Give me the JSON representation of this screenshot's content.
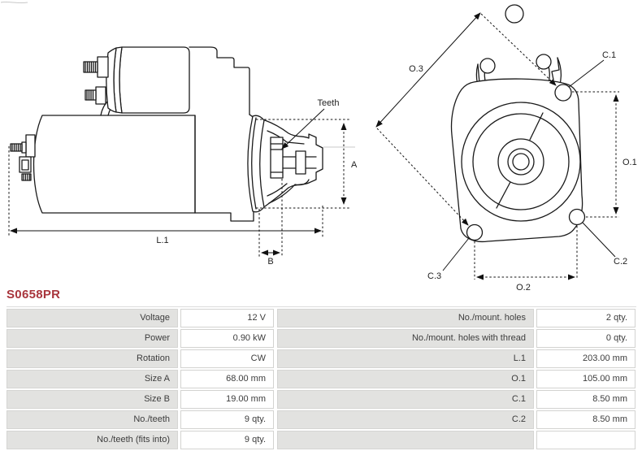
{
  "title": {
    "part_number": "S0658PR"
  },
  "drawing": {
    "side_view": {
      "labels": {
        "teeth": "Teeth",
        "l1": "L.1",
        "b": "B",
        "a": "A"
      }
    },
    "front_view": {
      "labels": {
        "o3": "O.3",
        "c1": "C.1",
        "o1": "O.1",
        "c2": "C.2",
        "c3": "C.3",
        "o2": "O.2"
      }
    }
  },
  "specs_left": {
    "rows": [
      {
        "label": "Voltage",
        "value": "12 V"
      },
      {
        "label": "Power",
        "value": "0.90 kW"
      },
      {
        "label": "Rotation",
        "value": "CW"
      },
      {
        "label": "Size A",
        "value": "68.00 mm"
      },
      {
        "label": "Size B",
        "value": "19.00 mm"
      },
      {
        "label": "No./teeth",
        "value": "9 qty."
      },
      {
        "label": "No./teeth (fits into)",
        "value": "9 qty."
      }
    ]
  },
  "specs_right": {
    "rows": [
      {
        "label": "No./mount. holes",
        "value": "2 qty."
      },
      {
        "label": "No./mount. holes with thread",
        "value": "0 qty."
      },
      {
        "label": "L.1",
        "value": "203.00 mm"
      },
      {
        "label": "O.1",
        "value": "105.00 mm"
      },
      {
        "label": "C.1",
        "value": "8.50 mm"
      },
      {
        "label": "C.2",
        "value": "8.50 mm"
      },
      {
        "label": "",
        "value": ""
      }
    ]
  },
  "colors": {
    "accent": "#a8353c",
    "line": "#1a1a1a",
    "label_cell_bg": "#e2e2e0",
    "cell_border": "#d5d5d3"
  }
}
